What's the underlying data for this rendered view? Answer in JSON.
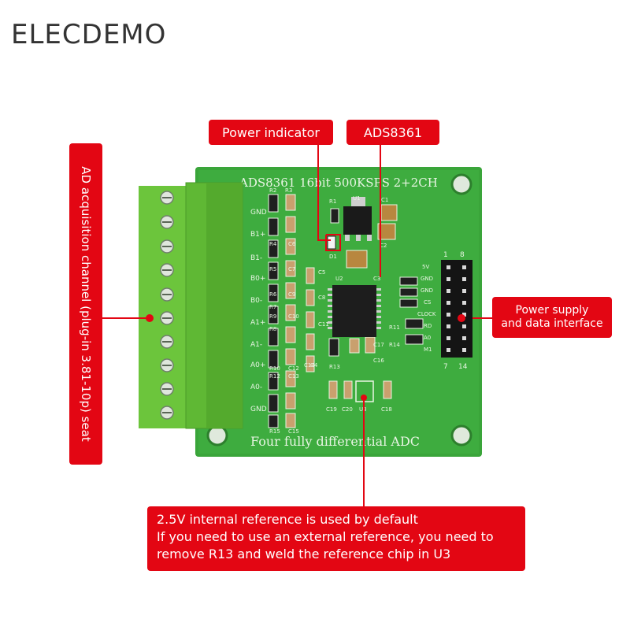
{
  "brand": "ELECDEMO",
  "labels": {
    "power_indicator": "Power indicator",
    "chip": "ADS8361",
    "ad_channel": "AD acquisition channel (plug-in 3.81-10p) seat",
    "power_supply_line1": "Power supply",
    "power_supply_line2": "and data interface",
    "reference_line1": "2.5V internal reference is used by default",
    "reference_line2": "If you need to use an external reference, you need to",
    "reference_line3": "remove R13 and weld the reference chip in U3"
  },
  "board": {
    "header_text": "ADS8361 16bit 500KSPS 2+2CH",
    "footer_text": "Four fully differential ADC",
    "terminal_labels": [
      "GND",
      "B1+",
      "B1-",
      "B0+",
      "B0-",
      "A1+",
      "A1-",
      "A0+",
      "A0-",
      "GND"
    ],
    "header_pin_labels": [
      "5V",
      "GND",
      "GND",
      "CS",
      "CLOCK",
      "RD",
      "A0",
      "M1"
    ],
    "component_refs": [
      "R1",
      "U1",
      "C1",
      "C2",
      "D1",
      "U2",
      "R13",
      "U3",
      "C19",
      "C20",
      "C18",
      "C16",
      "C17",
      "R11",
      "R14",
      "R2",
      "R3",
      "C3",
      "C4",
      "C5",
      "C6",
      "C7",
      "C8",
      "C9",
      "C10",
      "C11",
      "C12",
      "C13",
      "C14",
      "C15",
      "R4",
      "R5",
      "R6",
      "R7",
      "R8",
      "R9",
      "R10",
      "R12",
      "R15"
    ],
    "pin_numbers": [
      "1",
      "8",
      "7",
      "14"
    ]
  },
  "colors": {
    "pcb_green": "#3aa53a",
    "label_red": "#e30613",
    "terminal_green": "#7ed04b"
  }
}
